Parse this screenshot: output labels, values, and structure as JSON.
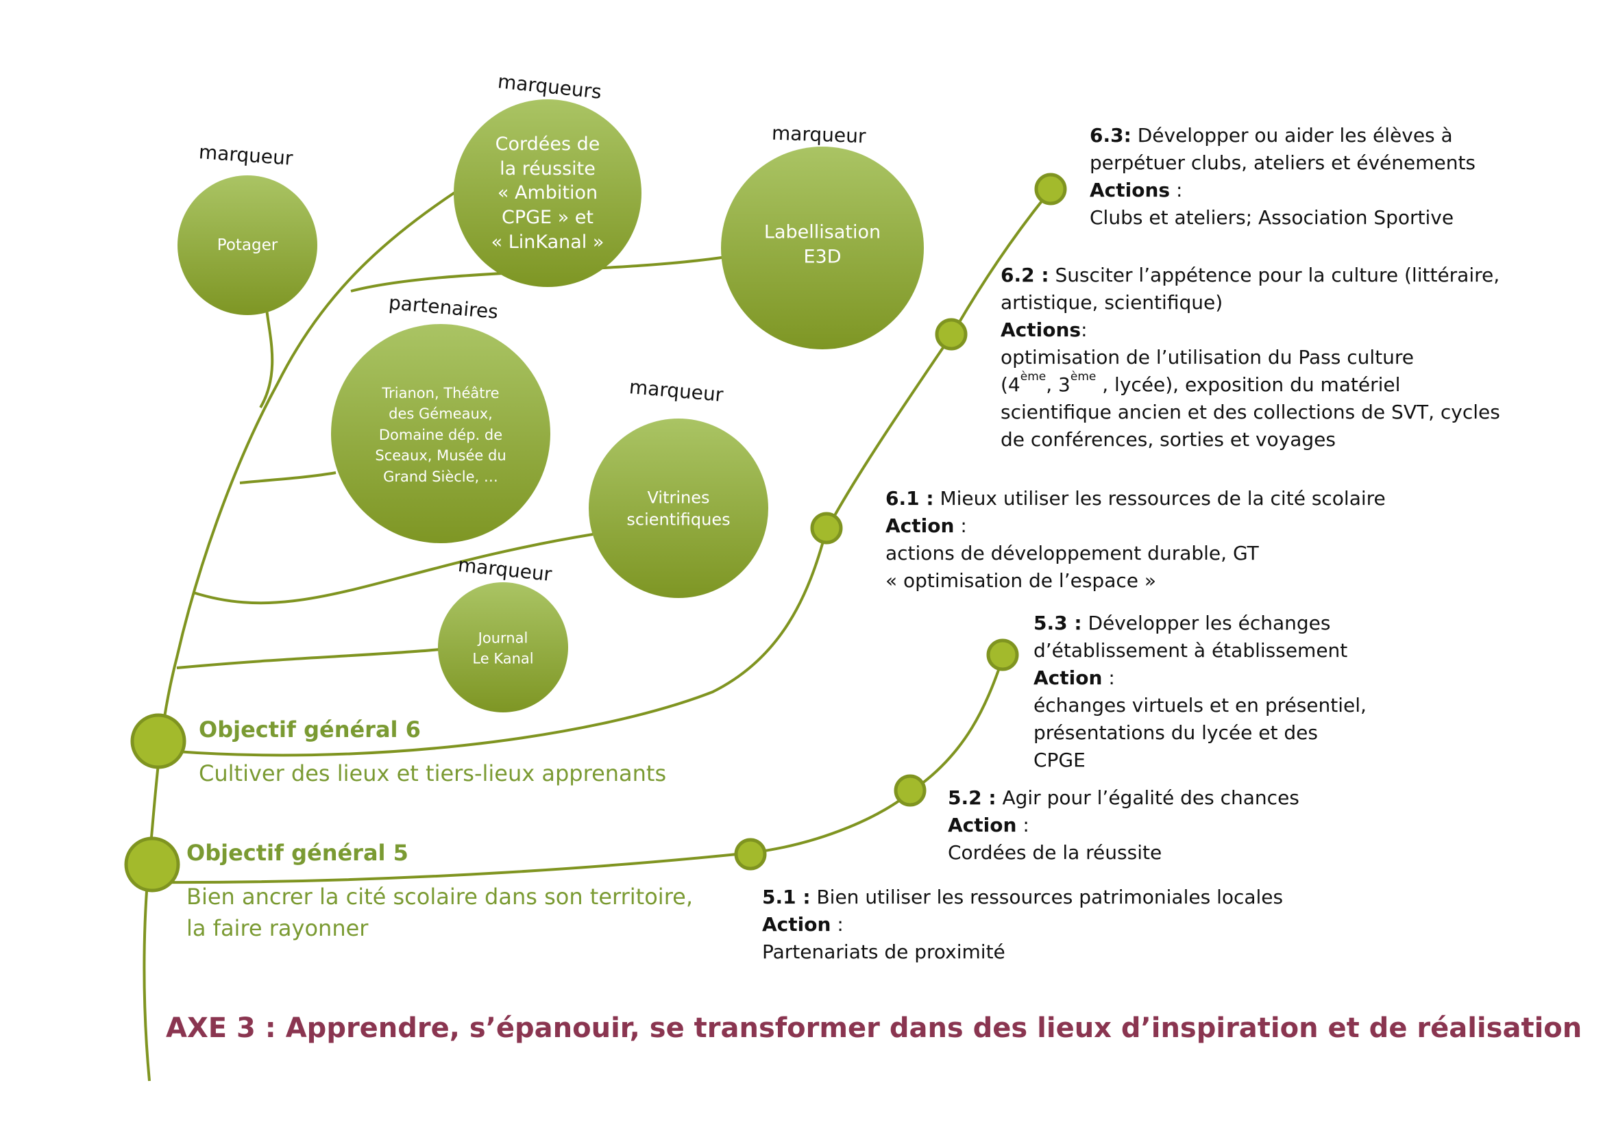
{
  "colors": {
    "branch": "#7f9420",
    "bubble_light": "#aac464",
    "bubble_dark": "#7e9624",
    "node_fill": "#a3ba2c",
    "objective_text": "#7a9a32",
    "axe_text": "#8a3550"
  },
  "bubbles": [
    {
      "id": "potager",
      "label": "marqueur",
      "lines": [
        "Potager"
      ]
    },
    {
      "id": "cordees",
      "label": "marqueurs",
      "lines": [
        "Cordées de",
        "la réussite",
        "« Ambition",
        "CPGE » et",
        "« LinKanal »"
      ]
    },
    {
      "id": "e3d",
      "label": "marqueur",
      "lines": [
        "Labellisation",
        "E3D"
      ]
    },
    {
      "id": "partenaires",
      "label": "partenaires",
      "lines": [
        "Trianon, Théâtre",
        "des Gémeaux,",
        "Domaine dép. de",
        "Sceaux, Musée du",
        "Grand Siècle, …"
      ]
    },
    {
      "id": "vitrines",
      "label": "marqueur",
      "lines": [
        "Vitrines",
        "scientifiques"
      ]
    },
    {
      "id": "journal",
      "label": "marqueur",
      "lines": [
        "Journal",
        "Le Kanal"
      ]
    }
  ],
  "objectives": [
    {
      "id": "obj6",
      "title": "Objectif général 6",
      "subtitle": [
        "Cultiver des lieux  et tiers-lieux apprenants"
      ]
    },
    {
      "id": "obj5",
      "title": "Objectif général 5",
      "subtitle": [
        "Bien ancrer la cité scolaire dans son territoire,",
        "la faire rayonner"
      ]
    }
  ],
  "sub_objectives": {
    "s63": {
      "num": "6.3:",
      "lines": [
        "Développer ou aider les élèves à",
        "perpétuer clubs, ateliers et événements"
      ],
      "action_label": "Actions",
      "action_sep": " :",
      "actions": [
        "Clubs et ateliers; Association Sportive"
      ]
    },
    "s62": {
      "num": "6.2 :",
      "lines": [
        "Susciter l’appétence pour la culture (littéraire,",
        "artistique, scientifique)"
      ],
      "action_label": "Actions",
      "action_sep": ":",
      "action_line1": "optimisation de l’utilisation du  Pass culture",
      "paren_open": "(4",
      "sup1": "ème",
      "comma": ", 3",
      "sup2": "ème",
      "rest": " , lycée),  exposition du matériel",
      "actions": [
        "scientifique ancien et des collections de SVT, cycles",
        "de conférences, sorties et voyages"
      ]
    },
    "s61": {
      "num": "6.1 :",
      "lines": [
        "Mieux utiliser les ressources de la cité scolaire"
      ],
      "action_label": "Action",
      "action_sep": " :",
      "actions": [
        "actions de développement durable, GT",
        "« optimisation de l’espace »"
      ]
    },
    "s53": {
      "num": "5.3 :",
      "lines": [
        "Développer les échanges",
        "d’établissement à établissement"
      ],
      "action_label": "Action",
      "action_sep": " :",
      "actions": [
        "échanges virtuels et en présentiel,",
        "présentations du lycée et des",
        "CPGE"
      ]
    },
    "s52": {
      "num": "5.2 :",
      "lines": [
        "Agir pour l’égalité des chances"
      ],
      "action_label": "Action",
      "action_sep": " :",
      "actions": [
        "Cordées de la réussite"
      ]
    },
    "s51": {
      "num": "5.1 :",
      "lines": [
        "Bien utiliser les ressources patrimoniales locales"
      ],
      "action_label": "Action",
      "action_sep": " :",
      "actions": [
        "Partenariats de proximité"
      ]
    }
  },
  "axe": "AXE 3 : Apprendre, s’épanouir, se transformer dans des lieux d’inspiration et de réalisation"
}
